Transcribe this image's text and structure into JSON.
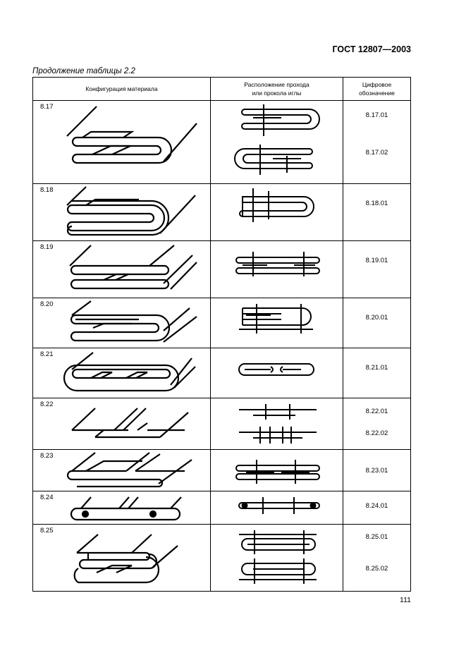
{
  "header": {
    "standard": "ГОСТ 12807—2003"
  },
  "caption": "Продолжение таблицы 2.2",
  "columns": [
    "Конфигурация материала",
    "Расположение прохода или прокола иглы",
    "Цифровое обозначение"
  ],
  "rows": [
    {
      "num": "8.17",
      "codes": [
        "8.17.01",
        "8.17.02"
      ]
    },
    {
      "num": "8.18",
      "codes": [
        "8.18.01"
      ]
    },
    {
      "num": "8.19",
      "codes": [
        "8.19.01"
      ]
    },
    {
      "num": "8.20",
      "codes": [
        "8.20.01"
      ]
    },
    {
      "num": "8.21",
      "codes": [
        "8.21.01"
      ]
    },
    {
      "num": "8.22",
      "codes": [
        "8.22.01",
        "8.22.02"
      ]
    },
    {
      "num": "8.23",
      "codes": [
        "8.23.01"
      ]
    },
    {
      "num": "8.24",
      "codes": [
        "8.24.01"
      ]
    },
    {
      "num": "8.25",
      "codes": [
        "8.25.01",
        "8.25.02"
      ]
    }
  ],
  "page_number": "111"
}
